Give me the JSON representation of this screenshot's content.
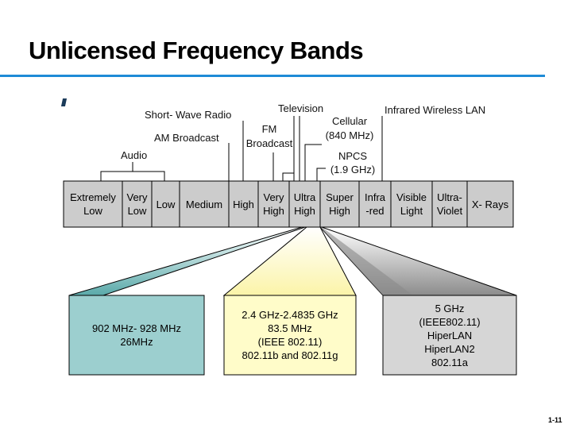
{
  "title": "Unlicensed Frequency Bands",
  "slide_number": "1-11",
  "colors": {
    "rule": "#1e8bd6",
    "band_fill": "#cccccc",
    "box_teal": "#9ccfcf",
    "box_yellow": "#fffcc9",
    "box_gray": "#d6d6d6"
  },
  "spectrum": {
    "bands": [
      {
        "label": "Extremely\nLow"
      },
      {
        "label": "Very\nLow"
      },
      {
        "label": "Low"
      },
      {
        "label": "Medium"
      },
      {
        "label": "High"
      },
      {
        "label": "Very\nHigh"
      },
      {
        "label": "Ultra\nHigh"
      },
      {
        "label": "Super\nHigh"
      },
      {
        "label": "Infra\n-red"
      },
      {
        "label": "Visible\nLight"
      },
      {
        "label": "Ultra-\nViolet"
      },
      {
        "label": "X- Rays"
      }
    ],
    "callouts": {
      "audio": "Audio",
      "am_broadcast": "AM Broadcast",
      "short_wave_radio": "Short- Wave Radio",
      "fm_broadcast_line1": "FM",
      "fm_broadcast_line2": "Broadcast",
      "television": "Television",
      "cellular_line1": "Cellular",
      "cellular_line2": "(840 MHz)",
      "npcs_line1": "NPCS",
      "npcs_line2": "(1.9 GHz)",
      "infrared_wireless_lan": "Infrared Wireless LAN"
    }
  },
  "unlicensed_boxes": [
    {
      "text": "902 MHz- 928 MHz\n26MHz"
    },
    {
      "text": "2.4 GHz-2.4835 GHz\n83.5 MHz\n(IEEE 802.11)\n802.11b and 802.11g"
    },
    {
      "text": "5 GHz\n(IEEE802.11)\nHiperLAN\nHiperLAN2\n802.11a"
    }
  ]
}
